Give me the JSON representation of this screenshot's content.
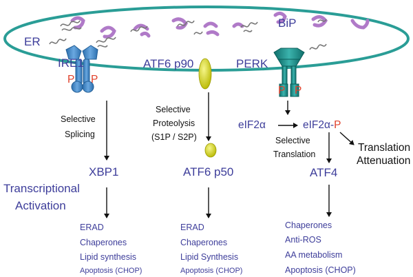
{
  "diagram": {
    "er_label": "ER",
    "bip_label": "BiP",
    "ire1": {
      "label": "IRE1",
      "phospho_left": "P",
      "phospho_right": "P",
      "process_line1": "Selective",
      "process_line2": "Splicing",
      "product": "XBP1",
      "targets": [
        "ERAD",
        "Chaperones",
        "Lipid synthesis",
        "Apoptosis (CHOP)"
      ]
    },
    "atf6": {
      "label": "ATF6 p90",
      "process_line1": "Selective",
      "process_line2": "Proteolysis",
      "process_line3": "(S1P / S2P)",
      "product": "ATF6 p50",
      "targets": [
        "ERAD",
        "Chaperones",
        "Lipid Synthesis",
        "Apoptosis (CHOP)"
      ]
    },
    "perk": {
      "label": "PERK",
      "phospho_left": "P",
      "phospho_right": "P",
      "eif2a": "eIF2α",
      "eif2a_p_base": "eIF2α-",
      "eif2a_p_suffix": "P",
      "process_line1": "Selective",
      "process_line2": "Translation",
      "product": "ATF4",
      "attenuation_line1": "Translation",
      "attenuation_line2": "Attenuation",
      "targets": [
        "Chaperones",
        "Anti-ROS",
        "AA metabolism",
        "Apoptosis (CHOP)"
      ]
    },
    "transcriptional_line1": "Transcriptional",
    "transcriptional_line2": "Activation"
  },
  "colors": {
    "er_membrane": "#2a9d96",
    "sensor_blue": "#3d85c6",
    "atf6_yellow": "#d4d40a",
    "perk_teal": "#1a8f8a",
    "bip_purple": "#b07ac8",
    "label_blue": "#3d3d9a",
    "phospho_red": "#e0402a"
  }
}
